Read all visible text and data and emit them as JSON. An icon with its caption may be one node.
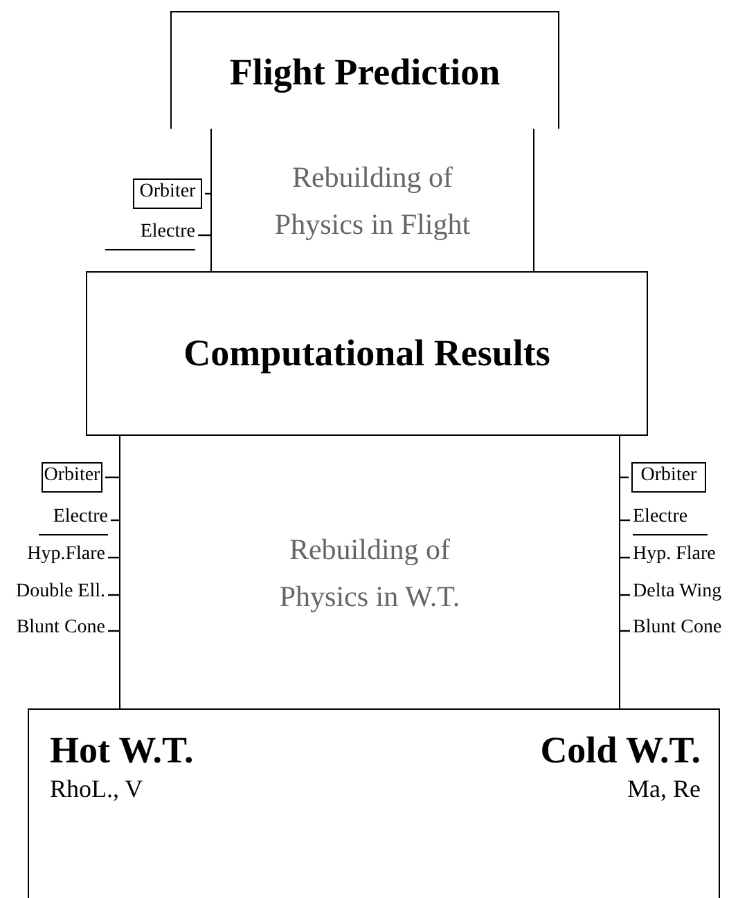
{
  "diagram": {
    "nodes": [
      {
        "text": [
          "Flight Prediction"
        ]
      },
      {
        "text": [
          "Orbiter"
        ]
      },
      {
        "text": [
          "Rebuilding of Physics in Flight"
        ]
      },
      {
        "text": [
          "Electre"
        ]
      },
      {
        "text": [
          "Computational Results"
        ]
      },
      {
        "text": [
          "Orbiter"
        ]
      },
      {
        "text": [
          "Electre"
        ]
      },
      {
        "text": [
          "Hyp.Flare"
        ]
      },
      {
        "text": [
          "Double Ell."
        ]
      },
      {
        "text": [
          "Blunt Cone"
        ]
      },
      {
        "text": [
          "Rebuilding of Physics in W.T."
        ]
      },
      {
        "text": [
          "Orbiter"
        ]
      },
      {
        "text": [
          "Electre"
        ]
      },
      {
        "text": [
          "Hyp. Flare"
        ]
      },
      {
        "text": [
          "Delta Wing"
        ]
      },
      {
        "text": [
          "Blunt Cone"
        ]
      },
      {
        "text": [],
        "shape": "box"
      },
      {
        "text": [
          "Hot W.T.",
          "RhoL., V"
        ],
        "in": 16
      },
      {
        "text": [
          "Cold W.T.",
          "Ma, Re"
        ],
        "in": 16
      }
    ],
    "edges": [
      {
        "from": 1,
        "to": 2,
        "arrow": "none"
      },
      {
        "from": 3,
        "to": 2,
        "arrow": "none"
      },
      {
        "from": 5,
        "to": 10,
        "arrow": "none"
      },
      {
        "from": 6,
        "to": 10,
        "arrow": "none"
      },
      {
        "from": 7,
        "to": 10,
        "arrow": "none"
      },
      {
        "from": 8,
        "to": 10,
        "arrow": "none"
      },
      {
        "from": 9,
        "to": 10,
        "arrow": "none"
      },
      {
        "from": 11,
        "to": 10,
        "arrow": "none"
      },
      {
        "from": 12,
        "to": 10,
        "arrow": "none"
      },
      {
        "from": 13,
        "to": 10,
        "arrow": "none"
      },
      {
        "from": 14,
        "to": 10,
        "arrow": "none"
      },
      {
        "from": 15,
        "to": 10,
        "arrow": "none"
      }
    ]
  }
}
